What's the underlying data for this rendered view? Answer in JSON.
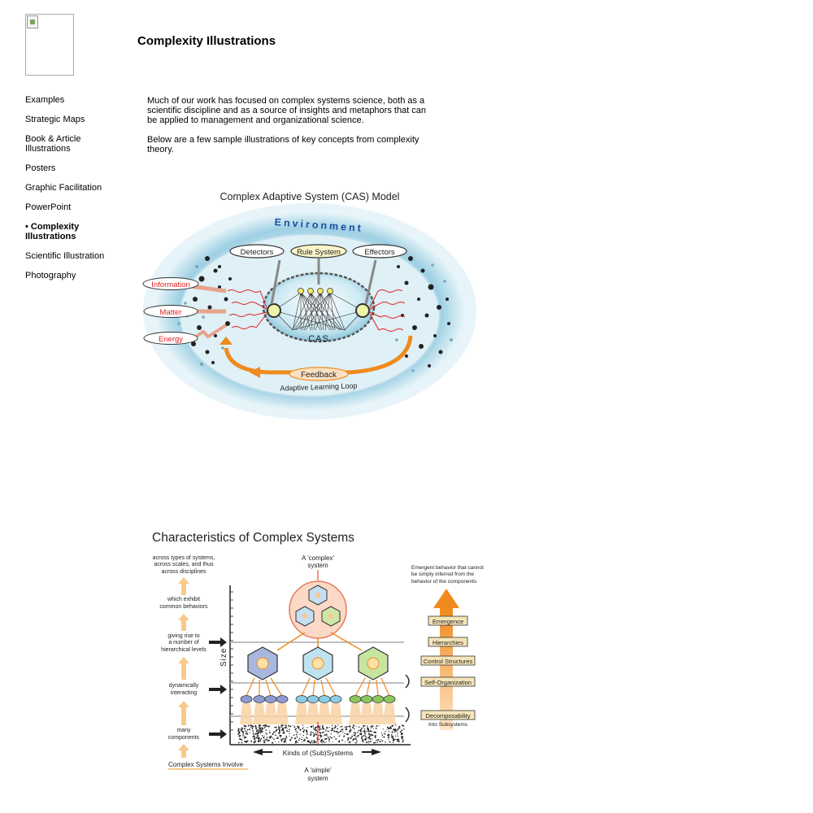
{
  "page": {
    "title": "Complexity Illustrations"
  },
  "nav": [
    {
      "label": "Examples"
    },
    {
      "label": "Strategic Maps"
    },
    {
      "label": "Book & Article Illustrations"
    },
    {
      "label": "Posters"
    },
    {
      "label": "Graphic Facilitation"
    },
    {
      "label": "PowerPoint"
    },
    {
      "label": "• Complexity Illustrations",
      "active": true
    },
    {
      "label": "Scientific Illustration"
    },
    {
      "label": "Photography"
    }
  ],
  "intro": {
    "p1": "Much of our work has focused on complex systems science, both as a scientific discipline and as a source of insights and metaphors that can be applied to management and organizational science.",
    "p2": "Below are a few sample illustrations of key concepts from complexity theory."
  },
  "cas": {
    "title": "Complex Adaptive System (CAS) Model",
    "environment": "Environment",
    "detectors": "Detectors",
    "rule_system": "Rule System",
    "effectors": "Effectors",
    "information": "Information",
    "matter": "Matter",
    "energy": "Energy",
    "center": "CAS",
    "feedback": "Feedback",
    "loop": "Adaptive Learning Loop"
  },
  "cs": {
    "title": "Characteristics of Complex Systems",
    "left1": "across types of systems,",
    "left2": "across scales, and thus",
    "left3": "across disciplines",
    "left4": "which exhibit",
    "left5": "common behaviors",
    "left6": "giving rise to",
    "left7": "a number of",
    "left8": "hierarchical levels",
    "left9": "dynamically",
    "left10": "interacting",
    "left11": "many",
    "left12": "components",
    "left13": "Complex Systems Involve",
    "complex1": "A 'complex'",
    "complex2": "system",
    "simple1": "A 'simple'",
    "simple2": "system",
    "size": "Size",
    "kinds": "Kinds of  (Sub)Systems",
    "emergent1": "Emergent behavior that cannot",
    "emergent2": "be simply inferred from the",
    "emergent3": "behavior of the components",
    "emergence": "Emergence",
    "hierarchies": "Hierarchies",
    "control": "Control Structures",
    "selforg": "Self-Organization",
    "decomp": "Decomposability",
    "into": "Into Subsystems"
  },
  "colors": {
    "orange": "#f08a1c",
    "red": "#e02020",
    "blue": "#1a4fa0",
    "paleorange": "#f9c98a"
  }
}
